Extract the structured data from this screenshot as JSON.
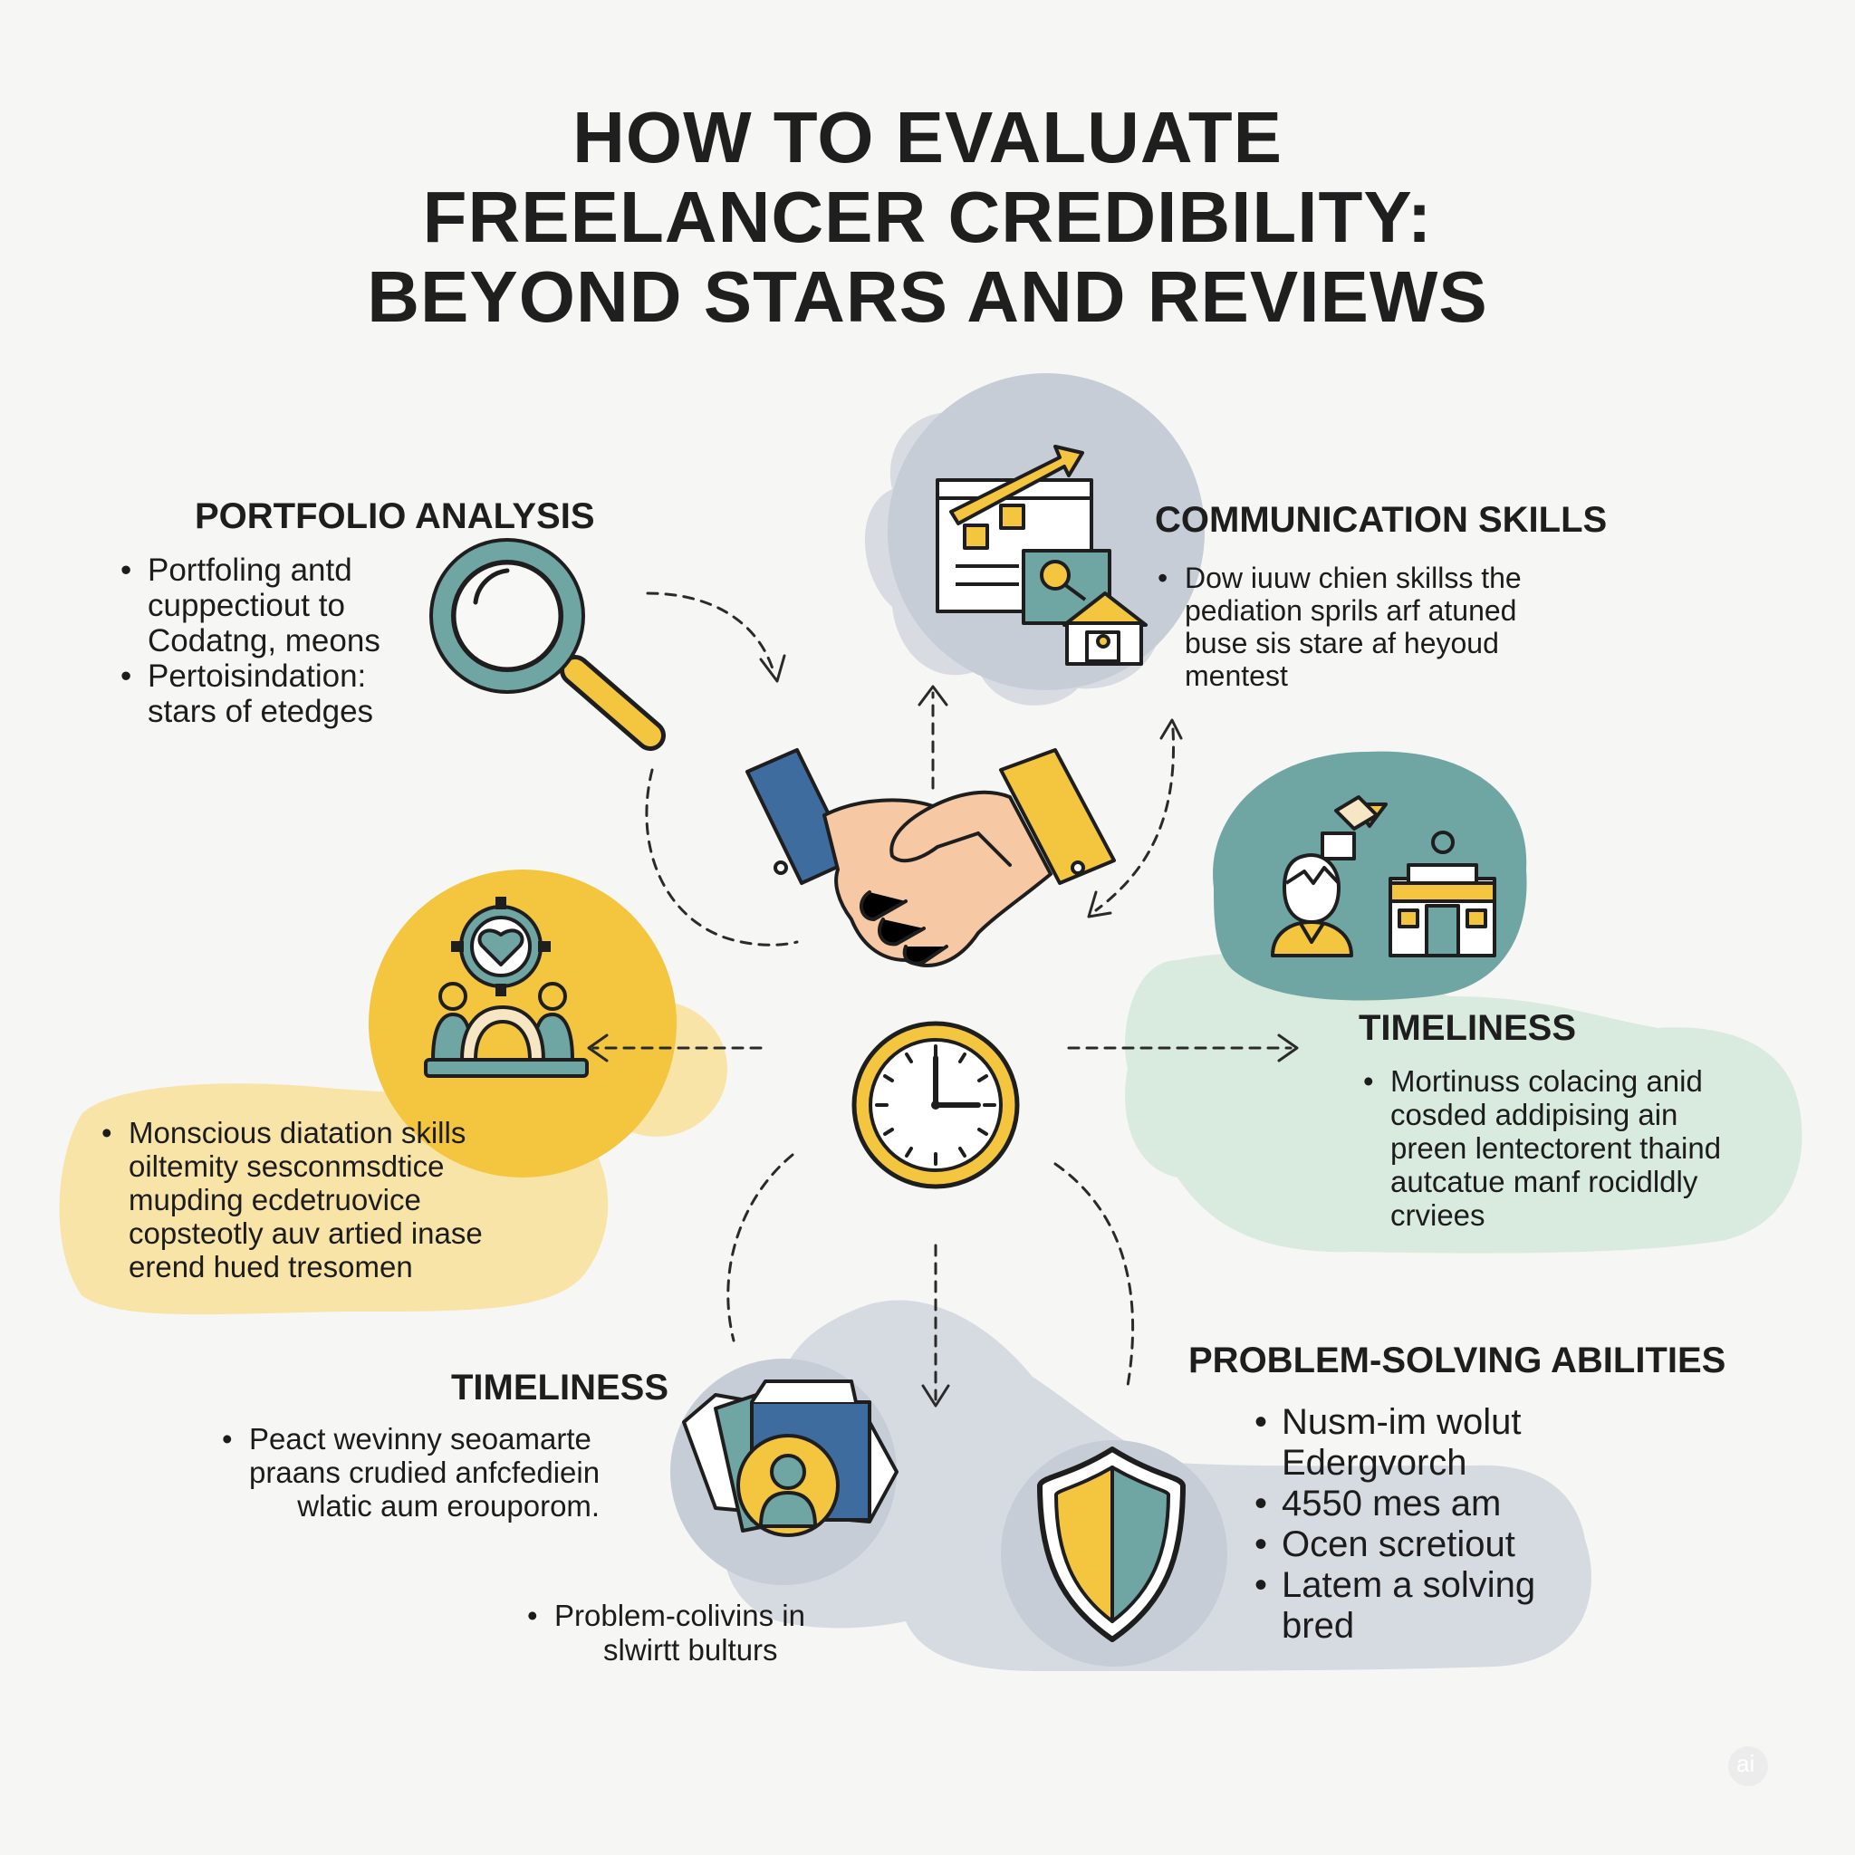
{
  "title": {
    "line1": "HOW TO EVALUATE",
    "line2": "FREELANCER CREDIBILITY:",
    "line3": "BEYOND STARS AND REVIEWS"
  },
  "portfolio": {
    "heading": "PORTFOLIO ANALYSIS",
    "bullets": [
      [
        "Portfoling antd",
        "cuppectiout to",
        "Codatng, meons"
      ],
      [
        "Pertoisindation:",
        "stars of etedges"
      ]
    ]
  },
  "communication": {
    "heading": "COMMUNICATION SKILLS",
    "bullets": [
      [
        "Dow iuuw chien skillss the",
        "pediation sprils arf atuned",
        "buse sis stare af heyoud",
        "mentest"
      ]
    ]
  },
  "left_panel": {
    "bullets": [
      [
        "Monscious diatation skills",
        "oiltemity sesconmsdtice",
        "mupding ecdetruovice",
        "copsteotly auv artied inase",
        "erend hued tresomen"
      ]
    ]
  },
  "timeliness_right": {
    "heading": "TIMELINESS",
    "bullets": [
      [
        "Mortinuss colacing anid",
        "cosded addipising ain",
        "preen lentectorent thaind",
        "autcatue manf rocidldly",
        "crviees"
      ]
    ]
  },
  "timeliness_left": {
    "heading": "TIMELINESS",
    "bullets": [
      [
        "Peact wevinny seoamarte",
        "praans crudied anfcfediein",
        "wlatic aum erouporom."
      ]
    ]
  },
  "problem_solving_note": {
    "bullets": [
      [
        "Problem-colivins in",
        "slwirtt bulturs"
      ]
    ]
  },
  "problem_solving": {
    "heading": "PROBLEM-SOLVING ABILITIES",
    "bullets": [
      [
        "Nusm-im wolut",
        "Edergvorch"
      ],
      [
        "4550 mes am"
      ],
      [
        "Ocen scretiout"
      ],
      [
        "Latem a solving",
        "bred"
      ]
    ]
  },
  "watermark": "ai",
  "colors": {
    "yellow": "#f4c53e",
    "teal": "#6fa5a3",
    "navy": "#3f6c9e",
    "grey_blob": "#d6dbe1",
    "sage_blob": "#d7e8df",
    "yellow_blob": "#f9e3a3",
    "skin": "#f6c9a4",
    "ink": "#1e1e1e"
  }
}
